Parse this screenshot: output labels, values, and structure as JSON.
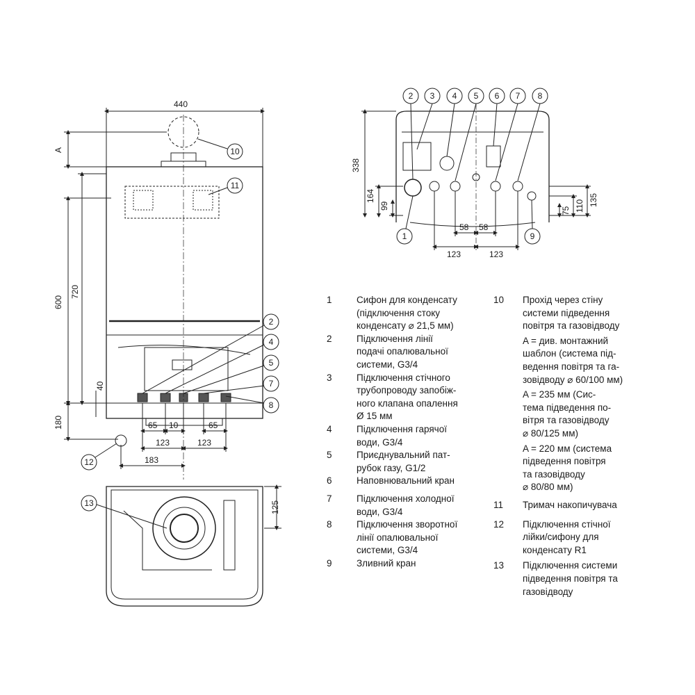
{
  "dims": {
    "front": {
      "width": "440",
      "a": "A",
      "h600": "600",
      "h720": "720",
      "h40": "40",
      "h180": "180",
      "d65a": "65",
      "d10": "10",
      "d65b": "65",
      "d123a": "123",
      "d123b": "123",
      "d183": "183",
      "d125": "125"
    },
    "top": {
      "h338": "338",
      "h164": "164",
      "h99": "99",
      "d58a": "58",
      "d58b": "58",
      "d123a": "123",
      "d123b": "123",
      "h135": "135",
      "h110": "110",
      "h75": "75"
    }
  },
  "callouts": {
    "c1": "1",
    "c2": "2",
    "c3": "3",
    "c4": "4",
    "c5": "5",
    "c6": "6",
    "c7": "7",
    "c8": "8",
    "c9": "9",
    "c10": "10",
    "c11": "11",
    "c12": "12",
    "c13": "13"
  },
  "legend": {
    "left": [
      {
        "num": "1",
        "lines": [
          "Сифон для конденсату",
          "(підключення стоку",
          "конденсату ⌀ 21,5 мм)"
        ]
      },
      {
        "num": "2",
        "lines": [
          "Підключення лінії",
          "подачі опалювальної",
          "системи, G3/4"
        ]
      },
      {
        "num": "3",
        "lines": [
          "Підключення стічного",
          "трубопроводу запобіж-",
          "ного клапана опалення",
          "Ø 15 мм"
        ]
      },
      {
        "num": "4",
        "lines": [
          "Підключення гарячої",
          "води, G3/4"
        ]
      },
      {
        "num": "5",
        "lines": [
          "Приєднувальний пат-",
          "рубок газу, G1/2"
        ]
      },
      {
        "num": "6",
        "lines": [
          "Наповнювальний кран"
        ]
      },
      {
        "num": "7",
        "lines": [
          "Підключення холодної",
          "води, G3/4"
        ]
      },
      {
        "num": "8",
        "lines": [
          "Підключення зворотної",
          "лінії опалювальної",
          "системи, G3/4"
        ]
      },
      {
        "num": "9",
        "lines": [
          "Зливний кран"
        ]
      }
    ],
    "right": [
      {
        "num": "10",
        "lines": [
          "Прохід через стіну",
          "системи підведення",
          "повітря та газовідводу"
        ]
      },
      {
        "num": "",
        "lines": [
          "A = див. монтажний",
          "шаблон (система під-",
          "ведення повітря та га-",
          "зовідводу ⌀ 60/100 мм)"
        ]
      },
      {
        "num": "",
        "lines": [
          "A = 235 мм (Сис-",
          "тема підведення по-",
          "вітря та газовідводу",
          "⌀ 80/125 мм)"
        ]
      },
      {
        "num": "",
        "lines": [
          "A = 220 мм (система",
          "підведення повітря",
          "та газовідводу",
          "⌀ 80/80 мм)"
        ]
      },
      {
        "num": "11",
        "lines": [
          "Тримач накопичувача"
        ]
      },
      {
        "num": "12",
        "lines": [
          "Підключення стічної",
          "лійки/сифону для",
          "конденсату R1"
        ]
      },
      {
        "num": "13",
        "lines": [
          "Підключення системи",
          "підведення повітря та",
          "газовідводу"
        ]
      }
    ]
  }
}
